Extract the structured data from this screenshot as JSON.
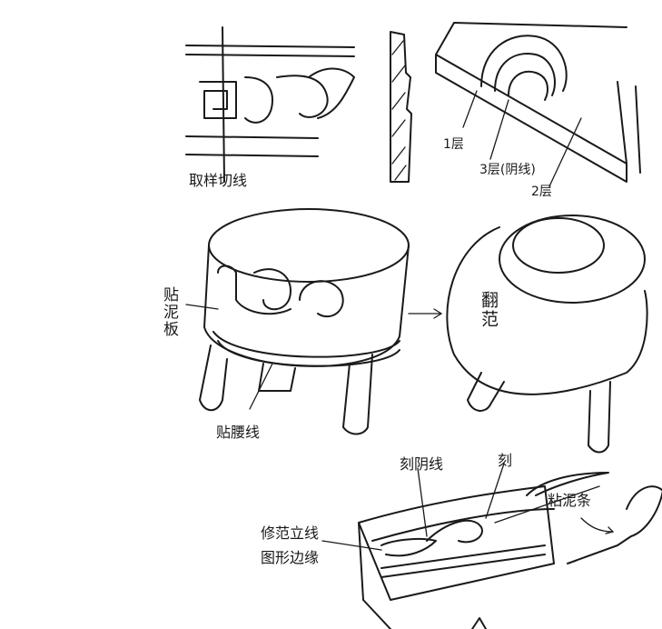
{
  "labels": {
    "sample_cut_line": "取样切线",
    "layer1": "1层",
    "layer3": "3层(阴线)",
    "layer2": "2层",
    "attach_clay_slab": "贴泥板",
    "flip_mold": "翻范",
    "attach_waist_line": "贴腰线",
    "carve_intaglio_line": "刻阴线",
    "carve": "刻",
    "stick_clay_strip": "粘泥条",
    "trim_mold_line": "修范立线",
    "figure_edge": "图形边缘"
  },
  "colors": {
    "ink": "#1a1a1a",
    "paper": "#ffffff"
  }
}
